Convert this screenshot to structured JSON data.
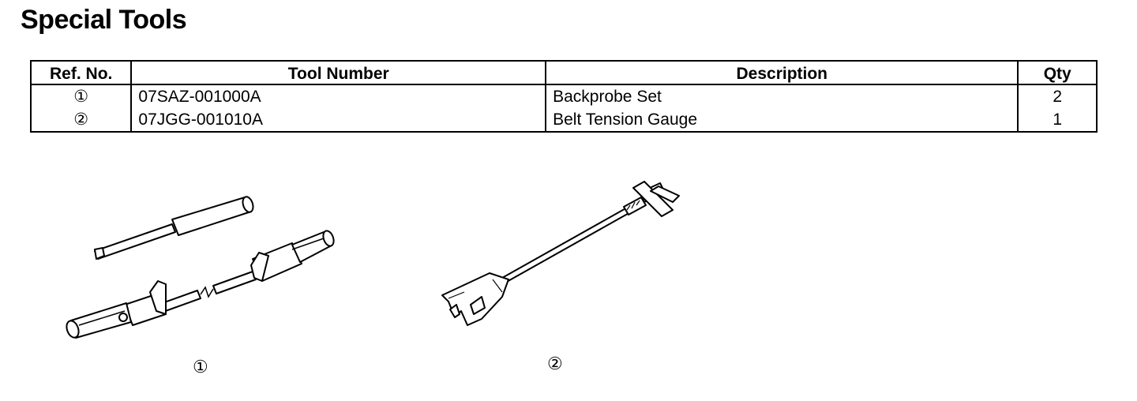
{
  "page": {
    "title": "Special Tools"
  },
  "table": {
    "headers": {
      "ref": "Ref. No.",
      "tool": "Tool Number",
      "desc": "Description",
      "qty": "Qty"
    },
    "rows": [
      {
        "ref": "①",
        "tool": "07SAZ-001000A",
        "desc": "Backprobe Set",
        "qty": "2"
      },
      {
        "ref": "②",
        "tool": "07JGG-001010A",
        "desc": "Belt Tension Gauge",
        "qty": "1"
      }
    ]
  },
  "illustrations": [
    {
      "name": "backprobe-set",
      "caption": "①"
    },
    {
      "name": "belt-tension-gauge",
      "caption": "②"
    }
  ]
}
